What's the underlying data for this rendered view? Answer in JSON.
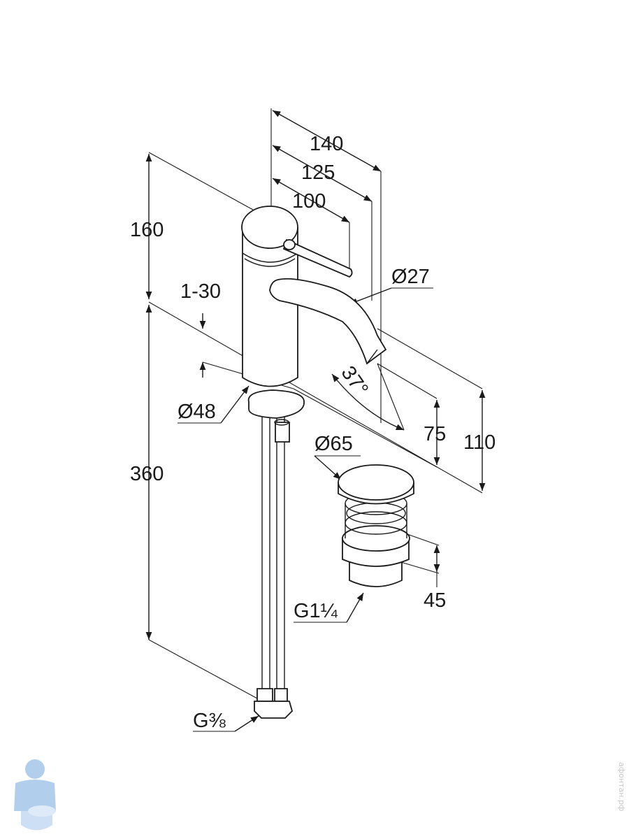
{
  "labels": {
    "d140": "140",
    "d125": "125",
    "d100": "100",
    "d160": "160",
    "d1_30": "1-30",
    "d27": "Ø27",
    "d37": "37°",
    "d48": "Ø48",
    "d360": "360",
    "d75": "75",
    "d110": "110",
    "d65": "Ø65",
    "d45": "45",
    "g114": "G1¼",
    "g38": "G⅜"
  },
  "watermark": {
    "text": "афонтан.рф",
    "logo_color": "#a9c9ec"
  },
  "colors": {
    "ink": "#1a1a1a",
    "background": "#ffffff"
  }
}
